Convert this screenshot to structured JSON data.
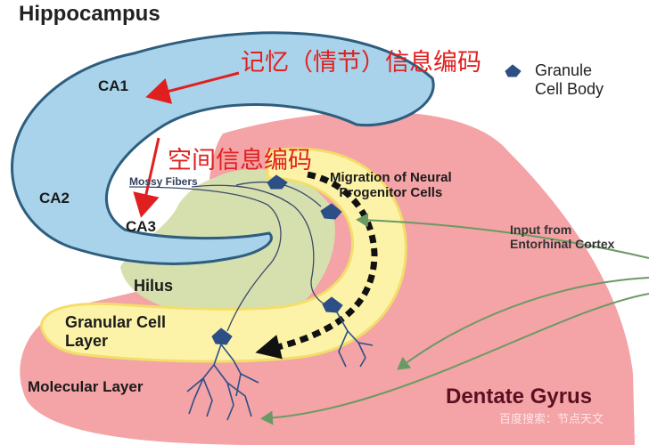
{
  "diagram": {
    "title": "Hippocampus",
    "regions": {
      "ca1": "CA1",
      "ca2": "CA2",
      "ca3": "CA3",
      "hilus": "Hilus",
      "granular_layer": [
        "Granular Cell",
        "Layer"
      ],
      "molecular_layer": "Molecular Layer",
      "dentate_gyrus": "Dentate Gyrus"
    },
    "labels": {
      "mossy_fibers": "Mossy Fibers",
      "migration": [
        "Migration of Neural",
        "Progenitor Cells"
      ],
      "input": [
        "Input from",
        "Entorhinal Cortex"
      ],
      "granule_cell_body": [
        "Granule",
        "Cell Body"
      ]
    },
    "annotations": {
      "episodic": "记忆（情节）信息编码",
      "spatial": "空间信息编码"
    },
    "watermark": "百度搜索：节点天文",
    "colors": {
      "ca_fill": "#a9d3ea",
      "ca_stroke": "#2e5e7e",
      "dentate_fill": "#f4a3a6",
      "hilus_fill": "#d6dfae",
      "granular_fill": "#fcf3a8",
      "neuron": "#2c4f86",
      "input_fiber": "#6a9a64",
      "annotation": "#e02020"
    }
  }
}
